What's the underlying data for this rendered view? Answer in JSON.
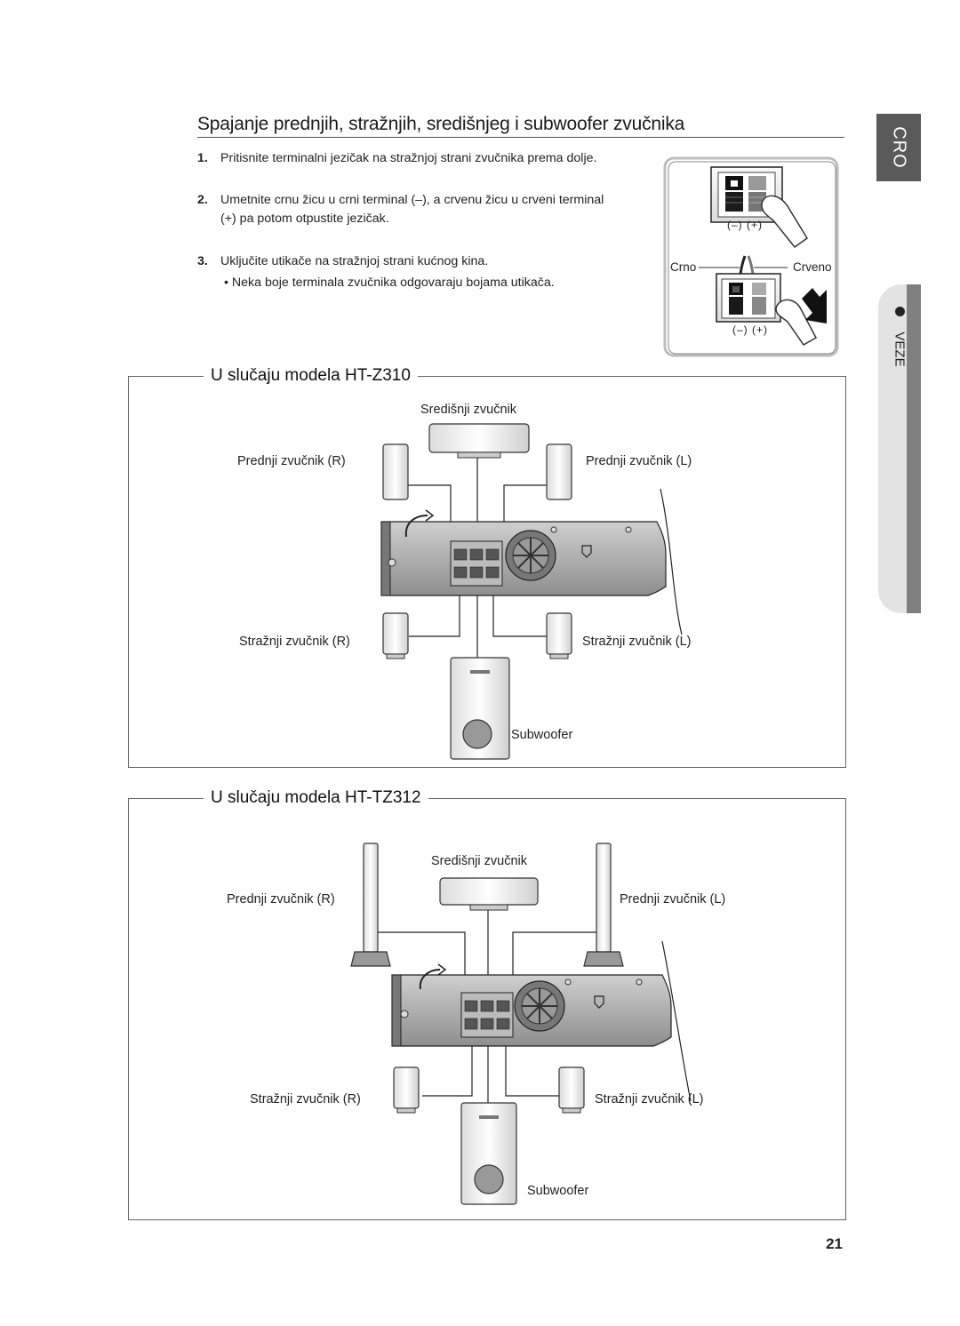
{
  "header": {
    "title": "Spajanje prednjih, stražnjih, središnjeg i subwoofer zvučnika"
  },
  "steps": [
    {
      "num": "1.",
      "text": "Pritisnite terminalni jezičak na stražnjoj strani zvučnika prema dolje."
    },
    {
      "num": "2.",
      "text": "Umetnite crnu žicu u crni terminal (–), a crvenu žicu u crveni terminal"
    },
    {
      "num": "",
      "text": "(+) pa potom otpustite jezičak."
    },
    {
      "num": "3.",
      "text": "Uključite utikače na stražnjoj strani kućnog kina."
    },
    {
      "num": "",
      "text": "• Neka boje terminala zvučnika odgovaraju bojama utikača."
    }
  ],
  "terminal_figure": {
    "polarity_top": "(–)  (+)",
    "polarity_bottom": "(–)  (+)",
    "black_label": "Crno",
    "red_label": "Crveno"
  },
  "side_tabs": {
    "language": "CRO",
    "section": "VEZE"
  },
  "diagram_a": {
    "title": "U slučaju modela HT-Z310",
    "center": "Središnji zvučnik",
    "front_r": "Prednji zvučnik (R)",
    "front_l": "Prednji zvučnik (L)",
    "rear_r": "Stražnji zvučnik (R)",
    "rear_l": "Stražnji zvučnik (L)",
    "subwoofer": "Subwoofer"
  },
  "diagram_b": {
    "title": "U slučaju modela HT-TZ312",
    "center": "Središnji zvučnik",
    "front_r": "Prednji zvučnik (R)",
    "front_l": "Prednji zvučnik (L)",
    "rear_r": "Stražnji zvučnik (R)",
    "rear_l": "Stražnji zvučnik (L)",
    "subwoofer": "Subwoofer"
  },
  "footer": {
    "page_number": "21"
  }
}
